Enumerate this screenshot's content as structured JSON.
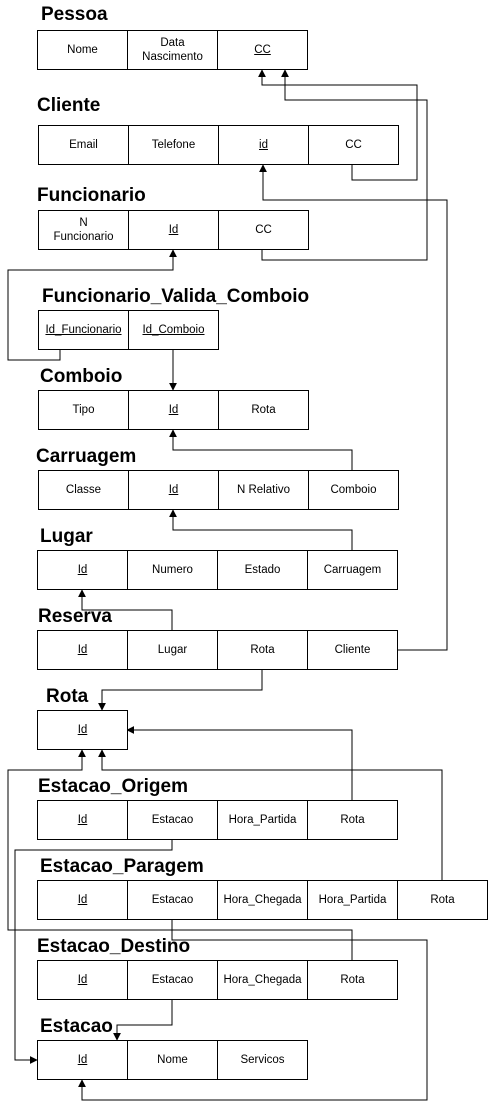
{
  "diagram": {
    "tables": [
      {
        "id": "pessoa",
        "name": "Pessoa",
        "fields": [
          {
            "label": "Nome",
            "pk": false
          },
          {
            "label": "Data\nNascimento",
            "pk": false
          },
          {
            "label": "CC",
            "pk": true
          }
        ]
      },
      {
        "id": "cliente",
        "name": "Cliente",
        "fields": [
          {
            "label": "Email",
            "pk": false
          },
          {
            "label": "Telefone",
            "pk": false
          },
          {
            "label": "id",
            "pk": true
          },
          {
            "label": "CC",
            "pk": false
          }
        ]
      },
      {
        "id": "funcionario",
        "name": "Funcionario",
        "fields": [
          {
            "label": "N\nFuncionario",
            "pk": false
          },
          {
            "label": "Id",
            "pk": true
          },
          {
            "label": "CC",
            "pk": false
          }
        ]
      },
      {
        "id": "funcionario-valida-comboio",
        "name": "Funcionario_Valida_Comboio",
        "fields": [
          {
            "label": "Id_Funcionario",
            "pk": true
          },
          {
            "label": "Id_Comboio",
            "pk": true
          }
        ]
      },
      {
        "id": "comboio",
        "name": "Comboio",
        "fields": [
          {
            "label": "Tipo",
            "pk": false
          },
          {
            "label": "Id",
            "pk": true
          },
          {
            "label": "Rota",
            "pk": false
          }
        ]
      },
      {
        "id": "carruagem",
        "name": "Carruagem",
        "fields": [
          {
            "label": "Classe",
            "pk": false
          },
          {
            "label": "Id",
            "pk": true
          },
          {
            "label": "N Relativo",
            "pk": false
          },
          {
            "label": "Comboio",
            "pk": false
          }
        ]
      },
      {
        "id": "lugar",
        "name": "Lugar",
        "fields": [
          {
            "label": "Id",
            "pk": true
          },
          {
            "label": "Numero",
            "pk": false
          },
          {
            "label": "Estado",
            "pk": false
          },
          {
            "label": "Carruagem",
            "pk": false
          }
        ]
      },
      {
        "id": "reserva",
        "name": "Reserva",
        "fields": [
          {
            "label": "Id",
            "pk": true
          },
          {
            "label": "Lugar",
            "pk": false
          },
          {
            "label": "Rota",
            "pk": false
          },
          {
            "label": "Cliente",
            "pk": false
          }
        ]
      },
      {
        "id": "rota",
        "name": "Rota",
        "fields": [
          {
            "label": "Id",
            "pk": true
          }
        ]
      },
      {
        "id": "estacao-origem",
        "name": "Estacao_Origem",
        "fields": [
          {
            "label": "Id",
            "pk": true
          },
          {
            "label": "Estacao",
            "pk": false
          },
          {
            "label": "Hora_Partida",
            "pk": false
          },
          {
            "label": "Rota",
            "pk": false
          }
        ]
      },
      {
        "id": "estacao-paragem",
        "name": "Estacao_Paragem",
        "fields": [
          {
            "label": "Id",
            "pk": true
          },
          {
            "label": "Estacao",
            "pk": false
          },
          {
            "label": "Hora_Chegada",
            "pk": false
          },
          {
            "label": "Hora_Partida",
            "pk": false
          },
          {
            "label": "Rota",
            "pk": false
          }
        ]
      },
      {
        "id": "estacao-destino",
        "name": "Estacao_Destino",
        "fields": [
          {
            "label": "Id",
            "pk": true
          },
          {
            "label": "Estacao",
            "pk": false
          },
          {
            "label": "Hora_Chegada",
            "pk": false
          },
          {
            "label": "Rota",
            "pk": false
          }
        ]
      },
      {
        "id": "estacao",
        "name": "Estacao",
        "fields": [
          {
            "label": "Id",
            "pk": true
          },
          {
            "label": "Nome",
            "pk": false
          },
          {
            "label": "Servicos",
            "pk": false
          }
        ]
      }
    ],
    "relationships": [
      {
        "from": "cliente.CC",
        "to": "pessoa.CC"
      },
      {
        "from": "funcionario.CC",
        "to": "pessoa.CC"
      },
      {
        "from": "funcionario-valida-comboio.Id_Funcionario",
        "to": "funcionario.Id"
      },
      {
        "from": "funcionario-valida-comboio.Id_Comboio",
        "to": "comboio.Id"
      },
      {
        "from": "carruagem.Comboio",
        "to": "comboio.Id"
      },
      {
        "from": "lugar.Carruagem",
        "to": "carruagem.Id"
      },
      {
        "from": "reserva.Lugar",
        "to": "lugar.Id"
      },
      {
        "from": "reserva.Cliente",
        "to": "cliente.id"
      },
      {
        "from": "reserva.Rota",
        "to": "rota.Id"
      },
      {
        "from": "estacao-origem.Rota",
        "to": "rota.Id"
      },
      {
        "from": "estacao-paragem.Rota",
        "to": "rota.Id"
      },
      {
        "from": "estacao-destino.Rota",
        "to": "rota.Id"
      },
      {
        "from": "estacao-origem.Estacao",
        "to": "estacao.Id"
      },
      {
        "from": "estacao-paragem.Estacao",
        "to": "estacao.Id"
      },
      {
        "from": "estacao-destino.Estacao",
        "to": "estacao.Id"
      }
    ],
    "colors": {
      "line": "#000000",
      "cell_fill": "#ffffff",
      "text": "#000000"
    }
  }
}
